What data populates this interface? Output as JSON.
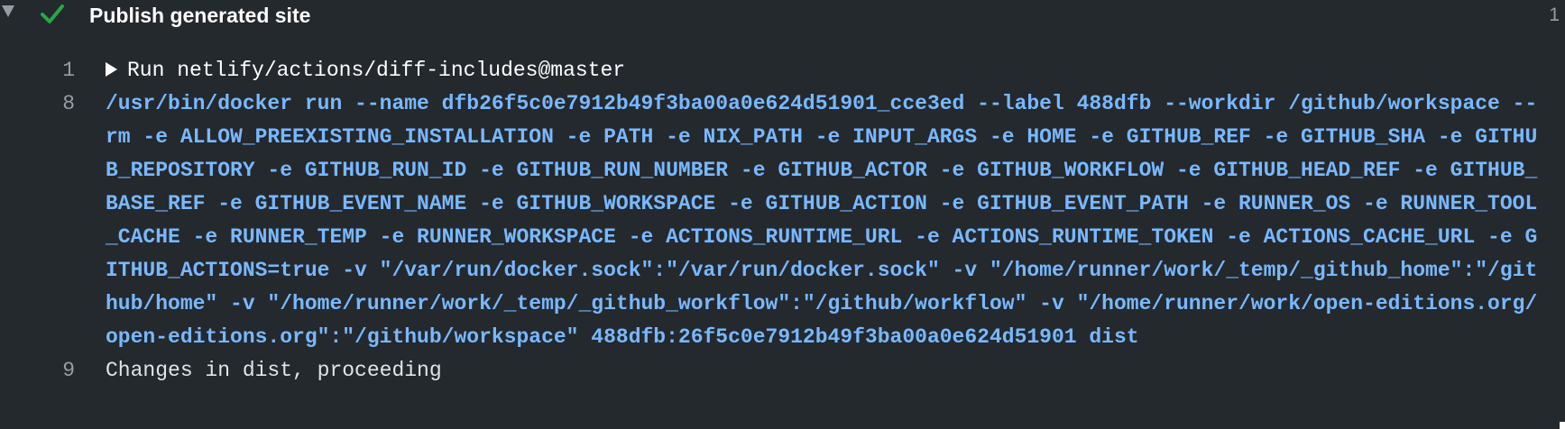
{
  "step": {
    "status_icon": "check-icon",
    "status_color": "#28a745",
    "title": "Publish generated site",
    "duration": "1"
  },
  "log": {
    "lines": [
      {
        "number": "1",
        "text": "Run netlify/actions/diff-includes@master"
      },
      {
        "number": "8",
        "text": "/usr/bin/docker run --name dfb26f5c0e7912b49f3ba00a0e624d51901_cce3ed --label 488dfb --workdir /github/workspace --rm -e ALLOW_PREEXISTING_INSTALLATION -e PATH -e NIX_PATH -e INPUT_ARGS -e HOME -e GITHUB_REF -e GITHUB_SHA -e GITHUB_REPOSITORY -e GITHUB_RUN_ID -e GITHUB_RUN_NUMBER -e GITHUB_ACTOR -e GITHUB_WORKFLOW -e GITHUB_HEAD_REF -e GITHUB_BASE_REF -e GITHUB_EVENT_NAME -e GITHUB_WORKSPACE -e GITHUB_ACTION -e GITHUB_EVENT_PATH -e RUNNER_OS -e RUNNER_TOOL_CACHE -e RUNNER_TEMP -e RUNNER_WORKSPACE -e ACTIONS_RUNTIME_URL -e ACTIONS_RUNTIME_TOKEN -e ACTIONS_CACHE_URL -e GITHUB_ACTIONS=true -v \"/var/run/docker.sock\":\"/var/run/docker.sock\" -v \"/home/runner/work/_temp/_github_home\":\"/github/home\" -v \"/home/runner/work/_temp/_github_workflow\":\"/github/workflow\" -v \"/home/runner/work/open-editions.org/open-editions.org\":\"/github/workspace\" 488dfb:26f5c0e7912b49f3ba00a0e624d51901 dist"
      },
      {
        "number": "9",
        "text": "Changes in dist, proceeding"
      }
    ]
  }
}
